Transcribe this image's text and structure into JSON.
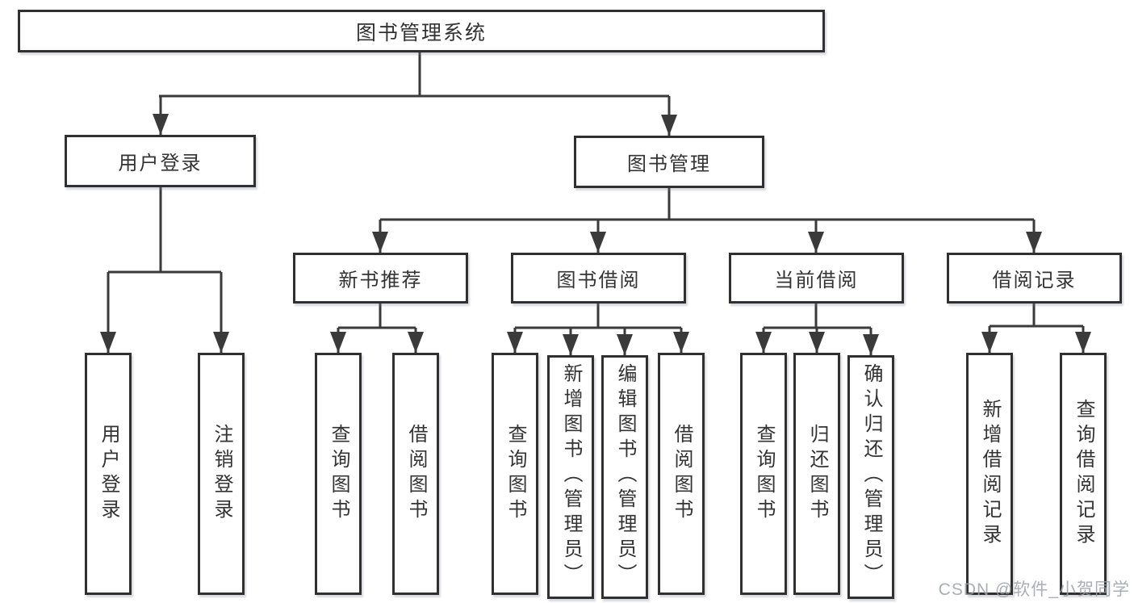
{
  "watermark": "CSDN @软件_小贺同学",
  "colors": {
    "line": "#3a3a3a",
    "border": "#303030",
    "text": "#333333",
    "watermark": "#9ba0a8"
  },
  "tree": {
    "root": "图书管理系统",
    "branches": [
      {
        "label": "用户登录",
        "children": [
          {
            "label": "用户登录"
          },
          {
            "label": "注销登录"
          }
        ]
      },
      {
        "label": "图书管理",
        "children": [
          {
            "label": "新书推荐",
            "children": [
              {
                "label": "查询图书"
              },
              {
                "label": "借阅图书"
              }
            ]
          },
          {
            "label": "图书借阅",
            "children": [
              {
                "label": "查询图书"
              },
              {
                "label": "新增图书（管理员）"
              },
              {
                "label": "编辑图书（管理员）"
              },
              {
                "label": "借阅图书"
              }
            ]
          },
          {
            "label": "当前借阅",
            "children": [
              {
                "label": "查询图书"
              },
              {
                "label": "归还图书"
              },
              {
                "label": "确认归还（管理员）"
              }
            ]
          },
          {
            "label": "借阅记录",
            "children": [
              {
                "label": "新增借阅记录"
              },
              {
                "label": "查询借阅记录"
              }
            ]
          }
        ]
      }
    ]
  }
}
